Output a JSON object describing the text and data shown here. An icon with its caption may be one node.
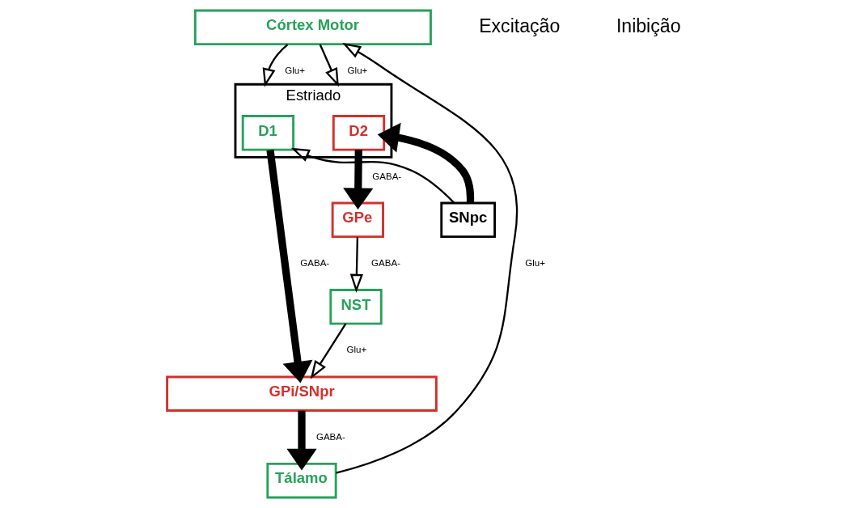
{
  "diagram": {
    "nodes": [
      {
        "text": [
          "Córtex Motor"
        ]
      },
      {
        "text": [
          "Estriado"
        ]
      },
      {
        "text": [
          "D1"
        ],
        "in": 1
      },
      {
        "text": [
          "D2"
        ],
        "in": 1
      },
      {
        "text": [
          "SNpc"
        ]
      },
      {
        "text": [
          "GPe"
        ]
      },
      {
        "text": [
          "NST"
        ]
      },
      {
        "text": [
          "GPi/SNpr"
        ]
      },
      {
        "text": [
          "Tálamo"
        ]
      }
    ],
    "edges": [
      {
        "from": 0,
        "to": 1,
        "arrow": "to",
        "label": "Glu+"
      },
      {
        "from": 0,
        "to": 1,
        "arrow": "to",
        "label": "Glu+"
      },
      {
        "from": 4,
        "to": 2,
        "arrow": "to"
      },
      {
        "from": 4,
        "to": 3,
        "arrow": "to",
        "style": "thick"
      },
      {
        "from": 2,
        "to": 7,
        "arrow": "to",
        "label": "GABA-",
        "style": "thick"
      },
      {
        "from": 3,
        "to": 5,
        "arrow": "to",
        "label": "GABA-",
        "style": "thick"
      },
      {
        "from": 5,
        "to": 6,
        "arrow": "to",
        "label": "GABA-"
      },
      {
        "from": 6,
        "to": 7,
        "arrow": "to",
        "label": "Glu+"
      },
      {
        "from": 7,
        "to": 8,
        "arrow": "to",
        "label": "GABA-",
        "style": "thick"
      },
      {
        "from": 8,
        "to": 0,
        "arrow": "to",
        "label": "Glu+"
      }
    ],
    "legend": [
      {
        "text": "Excitação"
      },
      {
        "text": "Inibição"
      }
    ]
  }
}
